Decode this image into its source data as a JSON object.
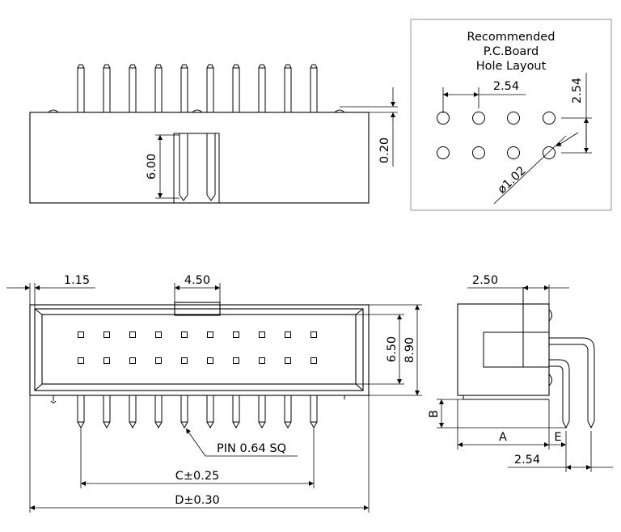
{
  "pcb_layout": {
    "title_line1": "Recommended",
    "title_line2": "P.C.Board",
    "title_line3": "Hole Layout",
    "pitch_horizontal": "2.54",
    "pitch_vertical": "2.54",
    "hole_diameter": "ø1.02"
  },
  "side_view": {
    "pin_length": "6.00",
    "offset": "0.20"
  },
  "front_view": {
    "wall": "1.15",
    "key_width": "4.50",
    "inner_height": "6.50",
    "outer_height": "8.90",
    "pin_note": "PIN 0.64 SQ",
    "dim_c": "C±0.25",
    "dim_d": "D±0.30"
  },
  "end_view": {
    "depth": "2.50",
    "dim_b": "B",
    "dim_a": "A",
    "dim_e": "E",
    "pitch": "2.54"
  },
  "colors": {
    "line": "#000000",
    "frame": "#b79ab7"
  }
}
